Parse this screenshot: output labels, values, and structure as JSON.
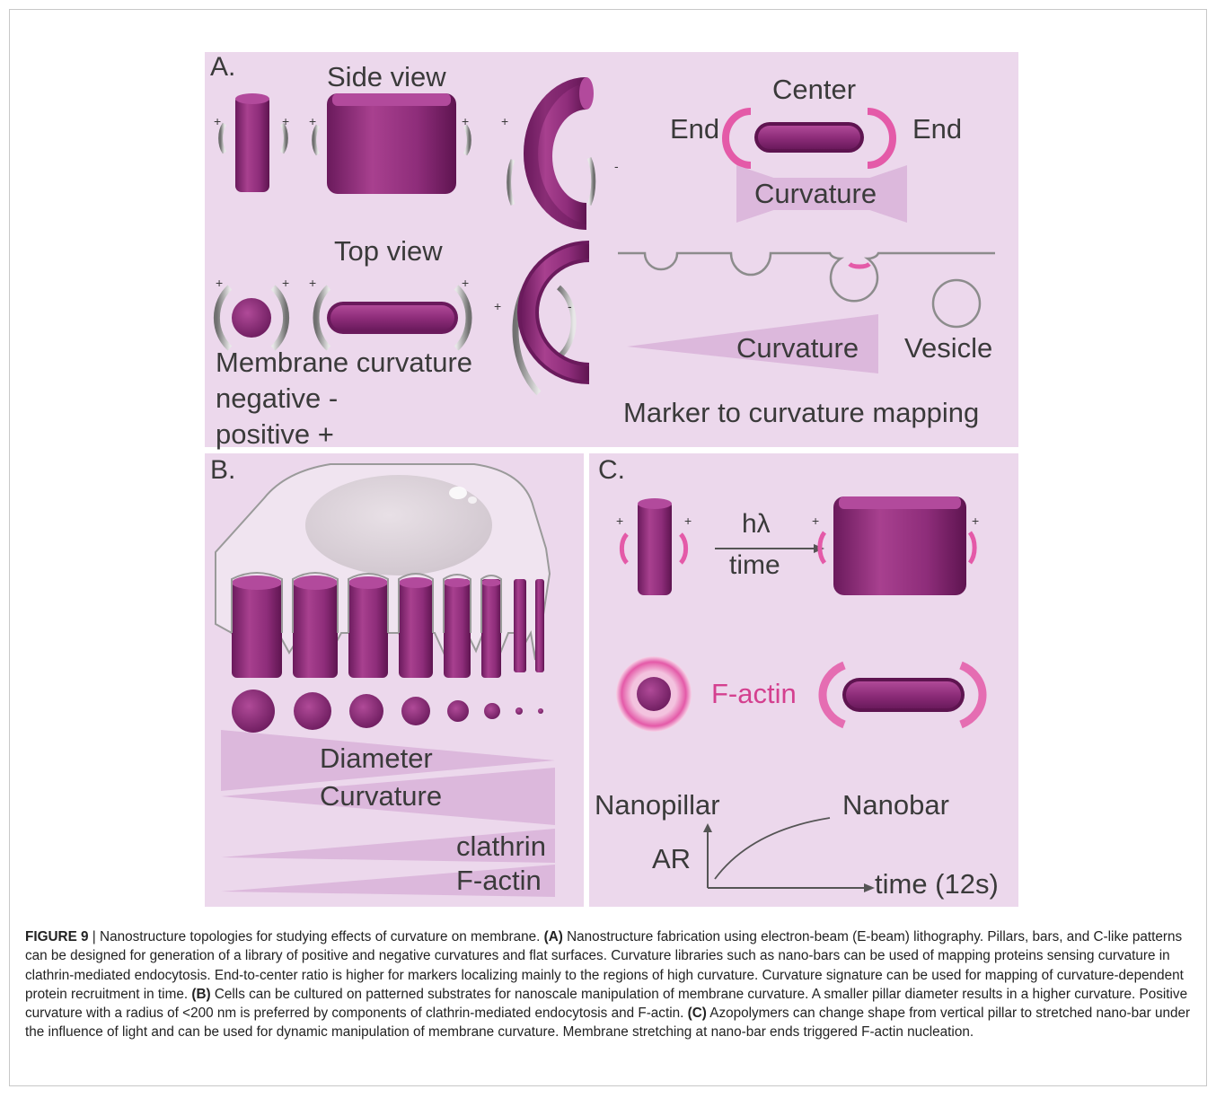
{
  "panel_a": {
    "letter": "A.",
    "side_view": "Side view",
    "top_view": "Top view",
    "center": "Center",
    "end_left": "End",
    "end_right": "End",
    "curvature_1": "Curvature",
    "curvature_2": "Curvature",
    "vesicle": "Vesicle",
    "marker_mapping": "Marker to curvature mapping",
    "membrane_curvature": "Membrane curvature",
    "negative": "negative -",
    "positive": "positive +",
    "plus": "+",
    "minus": "-"
  },
  "panel_b": {
    "letter": "B.",
    "diameter": "Diameter",
    "curvature": "Curvature",
    "clathrin": "clathrin",
    "factin": "F-actin"
  },
  "panel_c": {
    "letter": "C.",
    "h_lambda": "hλ",
    "time": "time",
    "factin": "F-actin",
    "nanopillar": "Nanopillar",
    "nanobar": "Nanobar",
    "ar": "AR",
    "time_12s": "time (12s)",
    "plus": "+"
  },
  "caption": {
    "figure_label": "FIGURE 9",
    "separator": " | ",
    "intro": "Nanostructure topologies for studying effects of curvature on membrane. ",
    "a_label": "(A)",
    "a_text": " Nanostructure fabrication using electron-beam (E-beam) lithography. Pillars, bars, and C-like patterns can be designed for generation of a library of positive and negative curvatures and flat surfaces. Curvature libraries such as nano-bars can be used of mapping proteins sensing curvature in clathrin-mediated endocytosis. End-to-center ratio is higher for markers localizing mainly to the regions of high curvature. Curvature signature can be used for mapping of curvature-dependent protein recruitment in time. ",
    "b_label": "(B)",
    "b_text": " Cells can be cultured on patterned substrates for nanoscale manipulation of membrane curvature. A smaller pillar diameter results in a higher curvature. Positive curvature with a radius of <200 nm is preferred by components of clathrin-mediated endocytosis and F-actin. ",
    "c_label": "(C)",
    "c_text": " Azopolymers can change shape from vertical pillar to stretched nano-bar under the influence of light and can be used for dynamic manipulation of membrane curvature. Membrane stretching at nano-bar ends triggered F-actin nucleation."
  },
  "colors": {
    "panel_bg": "#ecd8ec",
    "structure": "#8e2d7a",
    "structure_light": "#b24a9c",
    "structure_dark": "#5e1450",
    "highlight": "#e45aa8",
    "wedge": "#dcb8dc",
    "text": "#3a3a3a"
  }
}
